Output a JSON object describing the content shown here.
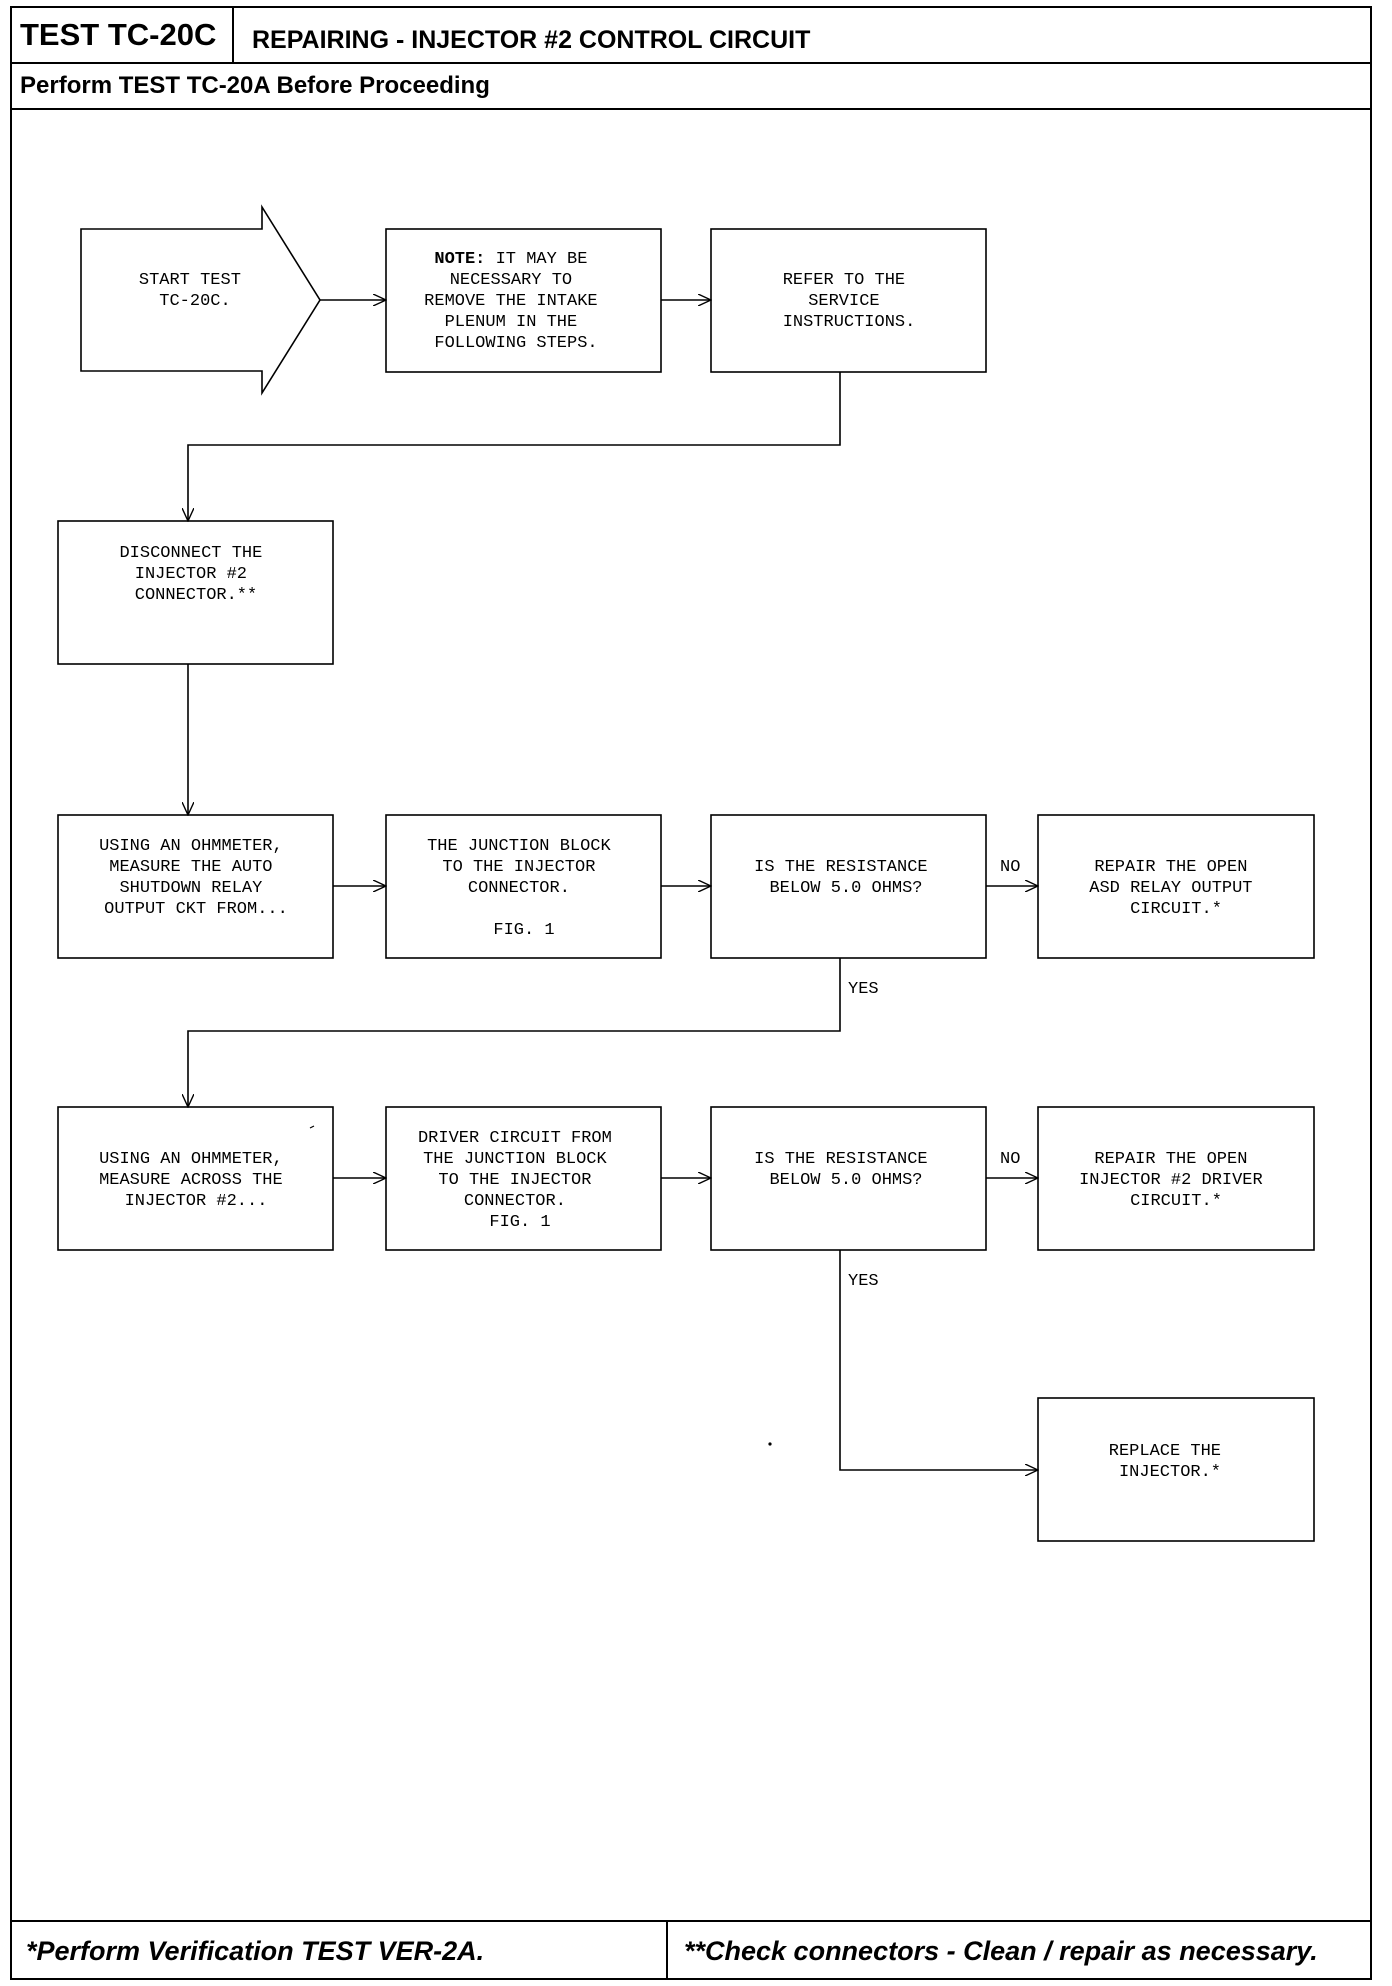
{
  "header": {
    "test_id": "TEST TC-20C",
    "title": "REPAIRING - INJECTOR #2 CONTROL CIRCUIT",
    "prerequisite": "Perform TEST TC-20A Before Proceeding"
  },
  "flowchart": {
    "start": [
      "START TEST",
      "TC-20C."
    ],
    "note": {
      "label": "NOTE:",
      "first_line_rest": " IT MAY BE",
      "lines": [
        "NECESSARY TO",
        "REMOVE THE INTAKE",
        "PLENUM IN THE",
        "FOLLOWING STEPS."
      ]
    },
    "refer_service": [
      "REFER TO THE",
      "SERVICE",
      "INSTRUCTIONS."
    ],
    "disconnect_connector": [
      "DISCONNECT THE",
      "INJECTOR #2",
      "CONNECTOR.**"
    ],
    "measure_asd_output": [
      "USING AN OHMMETER,",
      "MEASURE THE AUTO",
      "SHUTDOWN RELAY",
      "OUTPUT CKT FROM..."
    ],
    "junction_block_connector": [
      "THE JUNCTION BLOCK",
      "TO THE INJECTOR",
      "CONNECTOR.",
      "",
      "FIG. 1"
    ],
    "question_resistance_1": [
      "IS THE RESISTANCE",
      "BELOW 5.0 OHMS?"
    ],
    "repair_asd_output": [
      "REPAIR THE OPEN",
      "ASD RELAY OUTPUT",
      "CIRCUIT.*"
    ],
    "measure_injector": [
      "USING AN OHMMETER,",
      "MEASURE ACROSS THE",
      "INJECTOR #2..."
    ],
    "driver_circuit": [
      "DRIVER CIRCUIT FROM",
      "THE JUNCTION BLOCK",
      "TO THE INJECTOR",
      "CONNECTOR.",
      "FIG. 1"
    ],
    "question_resistance_2": [
      "IS THE RESISTANCE",
      "BELOW 5.0 OHMS?"
    ],
    "repair_driver": [
      "REPAIR THE OPEN",
      "INJECTOR #2 DRIVER",
      "CIRCUIT.*"
    ],
    "replace_injector": [
      "REPLACE THE",
      "INJECTOR.*"
    ],
    "labels": {
      "no": "NO",
      "yes": "YES"
    }
  },
  "footer": {
    "left": "*Perform Verification TEST VER-2A.",
    "right": "**Check connectors - Clean / repair as necessary."
  }
}
